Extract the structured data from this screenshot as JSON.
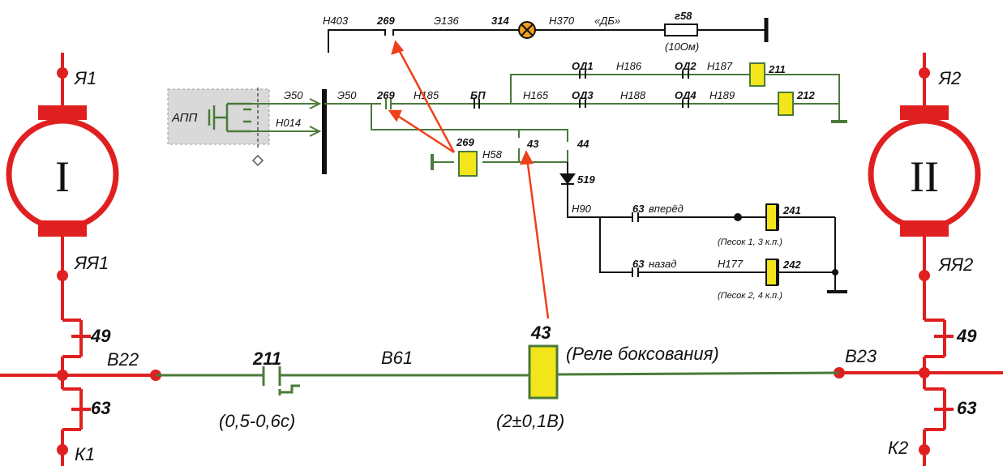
{
  "colors": {
    "motor": "#e02020",
    "wire_green": "#4b7a3a",
    "wire_dark": "#111111",
    "relay_fill": "#f2e61a",
    "lamp_fill": "#f4a020",
    "arrow": "#f0401a",
    "app_panel": "#d9d9d9"
  },
  "motor_left": {
    "roman": "I",
    "top": "Я1",
    "bottom": "ЯЯ1",
    "c49": "49",
    "node": "В22",
    "c63": "63",
    "k": "К1"
  },
  "motor_right": {
    "roman": "II",
    "top": "Я2",
    "bottom": "ЯЯ2",
    "c49": "49",
    "node": "В23",
    "c63": "63",
    "k": "К2"
  },
  "main_line": {
    "contact_label": "211",
    "contact_time": "(0,5-0,6с)",
    "wire_label": "В61",
    "relay_label": "43",
    "relay_name": "(Реле боксования)",
    "relay_voltage": "(2±0,1В)"
  },
  "control": {
    "app_label": "АПП",
    "h403": "Н403",
    "c269_top": "269",
    "e136": "Э136",
    "lamp_314": "314",
    "h370": "Н370",
    "db": "«ДБ»",
    "r58": "г58",
    "r_value": "(10Ом)",
    "e50_left": "Э50",
    "e50_right": "Э50",
    "h014": "Н014",
    "c269_mid": "269",
    "h185": "Н185",
    "bp": "БП",
    "h165": "Н165",
    "od1": "ОД1",
    "h186": "Н186",
    "od2": "ОД2",
    "h187": "Н187",
    "coil_211": "211",
    "od3": "ОД3",
    "h188": "Н188",
    "od4": "ОД4",
    "h189": "Н189",
    "coil_212": "212",
    "coil_269": "269",
    "h58": "Н58",
    "c43": "43",
    "c44": "44",
    "diode": "519",
    "h90": "Н90",
    "c63_fwd": "63",
    "fwd_text": "вперёд",
    "coil_241": "241",
    "sand1": "(Песок 1, 3 к.п.)",
    "c63_back": "63",
    "back_text": "назад",
    "h177": "Н177",
    "coil_242": "242",
    "sand2": "(Песок 2, 4 к.п.)"
  }
}
